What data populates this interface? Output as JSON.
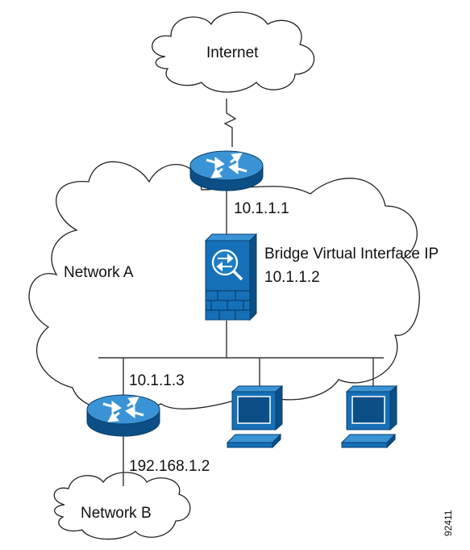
{
  "diagram": {
    "internet_label": "Internet",
    "router_top_ip": "10.1.1.1",
    "bvi_label": "Bridge Virtual Interface IP",
    "firewall_ip": "10.1.1.2",
    "network_a_label": "Network A",
    "router_bottom_ip_top": "10.1.1.3",
    "router_bottom_ip_bottom": "192.168.1.2",
    "network_b_label": "Network B",
    "figure_id": "92411"
  },
  "colors": {
    "device_blue": "#1570b8",
    "device_blue_light": "#3a93d4",
    "device_blue_dark": "#0b4f86",
    "line": "#333333"
  },
  "icons": [
    "cloud-icon",
    "router-icon",
    "firewall-icon",
    "workstation-icon"
  ]
}
